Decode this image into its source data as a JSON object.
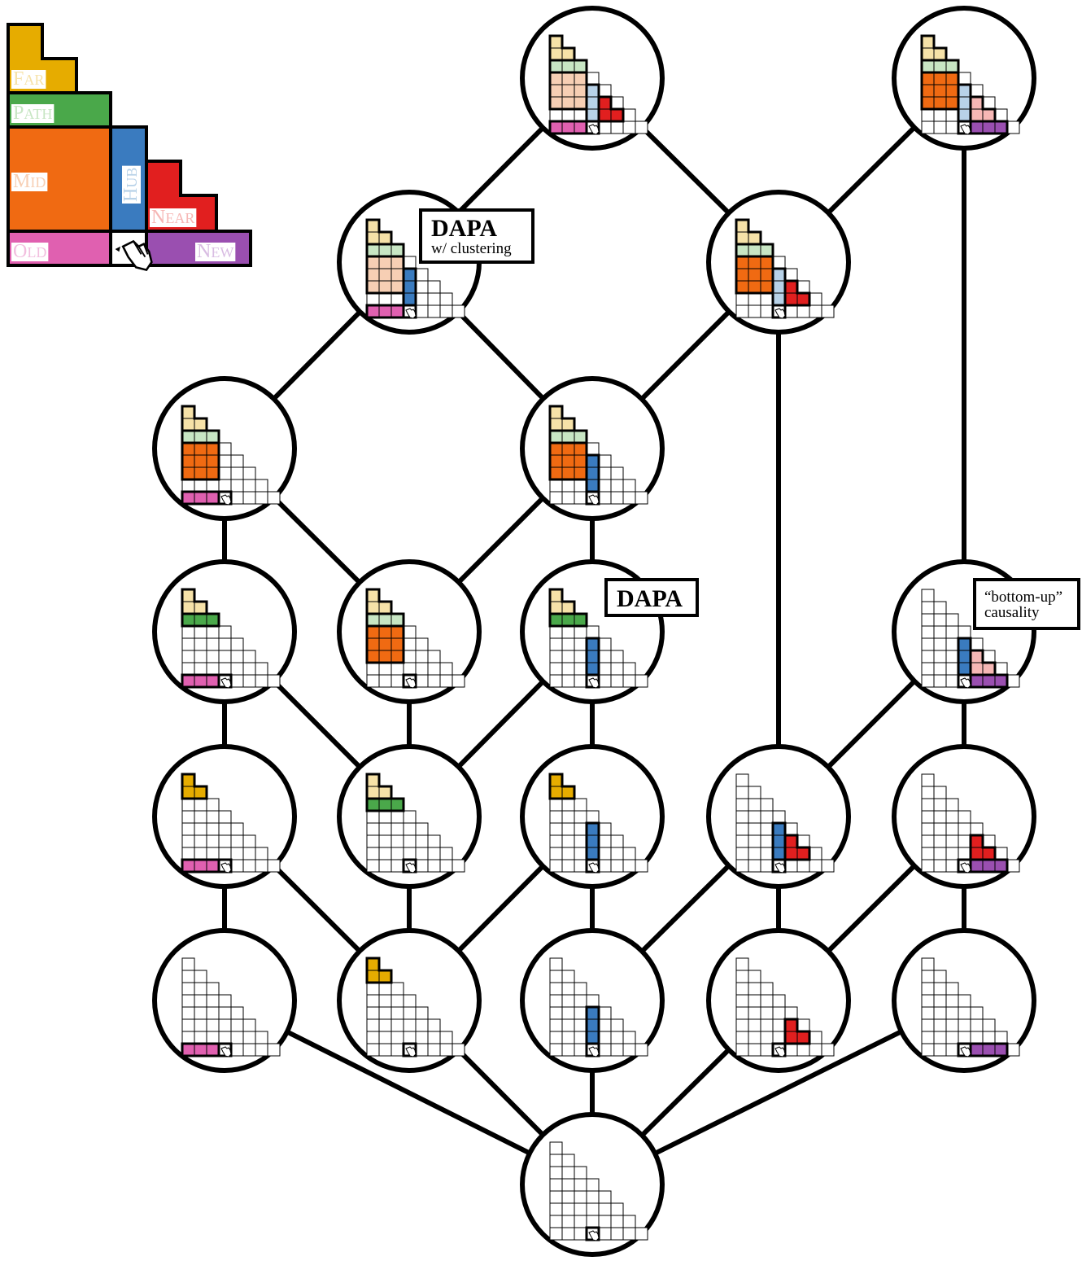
{
  "legend": {
    "far": {
      "label": "Far",
      "color": "#e6ac00",
      "light": "#f6e2a8"
    },
    "path": {
      "label": "Path",
      "color": "#4aa84a",
      "light": "#c8e6c4"
    },
    "mid": {
      "label": "Mid",
      "color": "#f06a12",
      "light": "#f7cfb4"
    },
    "hub": {
      "label": "Hub",
      "color": "#3a7bbf",
      "light": "#b8d2e8"
    },
    "near": {
      "label": "Near",
      "color": "#e11f1f",
      "light": "#f6b7b5"
    },
    "old": {
      "label": "Old",
      "color": "#e060b0",
      "light": "#f2bedf"
    },
    "new": {
      "label": "New",
      "color": "#9a4fb0",
      "light": "#d9bde3"
    },
    "current_icon": "hand-cursor-icon"
  },
  "annotations": {
    "dapa_clustering": {
      "title": "DAPA",
      "subtitle": "w/ clustering"
    },
    "dapa": {
      "title": "DAPA"
    },
    "bottom_up": {
      "line1": "“bottom-up”",
      "line2": "causality"
    }
  },
  "nodes": [
    {
      "id": "n0",
      "regions": {
        "far": "L",
        "path": "L",
        "mid": "L",
        "hub": "L",
        "near": "D",
        "old": "D"
      }
    },
    {
      "id": "n1",
      "regions": {
        "far": "L",
        "path": "L",
        "mid": "D",
        "hub": "L",
        "near": "L",
        "new": "D"
      }
    },
    {
      "id": "n2",
      "regions": {
        "far": "L",
        "path": "L",
        "mid": "L",
        "hub": "D",
        "old": "D"
      }
    },
    {
      "id": "n3",
      "regions": {
        "far": "L",
        "path": "L",
        "mid": "D",
        "hub": "L",
        "near": "D"
      }
    },
    {
      "id": "n4",
      "regions": {
        "far": "L",
        "path": "L",
        "mid": "D",
        "old": "D"
      }
    },
    {
      "id": "n5",
      "regions": {
        "far": "L",
        "path": "L",
        "mid": "D",
        "hub": "D"
      }
    },
    {
      "id": "n6",
      "regions": {
        "far": "L",
        "path": "D",
        "old": "D"
      }
    },
    {
      "id": "n7",
      "regions": {
        "far": "L",
        "path": "L",
        "mid": "D"
      }
    },
    {
      "id": "n8",
      "regions": {
        "far": "L",
        "path": "D",
        "hub": "D"
      }
    },
    {
      "id": "n9",
      "regions": {
        "hub": "D",
        "near": "L",
        "new": "D"
      }
    },
    {
      "id": "n10",
      "regions": {
        "far": "D",
        "old": "D"
      }
    },
    {
      "id": "n11",
      "regions": {
        "far": "L",
        "path": "D"
      }
    },
    {
      "id": "n12",
      "regions": {
        "far": "D",
        "hub": "D"
      }
    },
    {
      "id": "n13",
      "regions": {
        "hub": "D",
        "near": "D"
      }
    },
    {
      "id": "n14",
      "regions": {
        "near": "D",
        "new": "D"
      }
    },
    {
      "id": "n15",
      "regions": {
        "old": "D"
      }
    },
    {
      "id": "n16",
      "regions": {
        "far": "D"
      }
    },
    {
      "id": "n17",
      "regions": {
        "hub": "D"
      }
    },
    {
      "id": "n18",
      "regions": {
        "near": "D"
      }
    },
    {
      "id": "n19",
      "regions": {
        "new": "D"
      }
    },
    {
      "id": "n20",
      "regions": {}
    }
  ],
  "edges": [
    [
      "n0",
      "n2"
    ],
    [
      "n0",
      "n3"
    ],
    [
      "n1",
      "n3"
    ],
    [
      "n1",
      "n9"
    ],
    [
      "n2",
      "n4"
    ],
    [
      "n2",
      "n5"
    ],
    [
      "n3",
      "n5"
    ],
    [
      "n3",
      "n13"
    ],
    [
      "n4",
      "n6"
    ],
    [
      "n4",
      "n7"
    ],
    [
      "n5",
      "n7"
    ],
    [
      "n5",
      "n8"
    ],
    [
      "n6",
      "n10"
    ],
    [
      "n6",
      "n11"
    ],
    [
      "n7",
      "n11"
    ],
    [
      "n8",
      "n11"
    ],
    [
      "n8",
      "n12"
    ],
    [
      "n9",
      "n13"
    ],
    [
      "n9",
      "n14"
    ],
    [
      "n10",
      "n15"
    ],
    [
      "n10",
      "n16"
    ],
    [
      "n11",
      "n16"
    ],
    [
      "n12",
      "n16"
    ],
    [
      "n12",
      "n17"
    ],
    [
      "n13",
      "n17"
    ],
    [
      "n13",
      "n18"
    ],
    [
      "n14",
      "n18"
    ],
    [
      "n14",
      "n19"
    ],
    [
      "n15",
      "n20"
    ],
    [
      "n16",
      "n20"
    ],
    [
      "n17",
      "n20"
    ],
    [
      "n18",
      "n20"
    ],
    [
      "n19",
      "n20"
    ]
  ]
}
